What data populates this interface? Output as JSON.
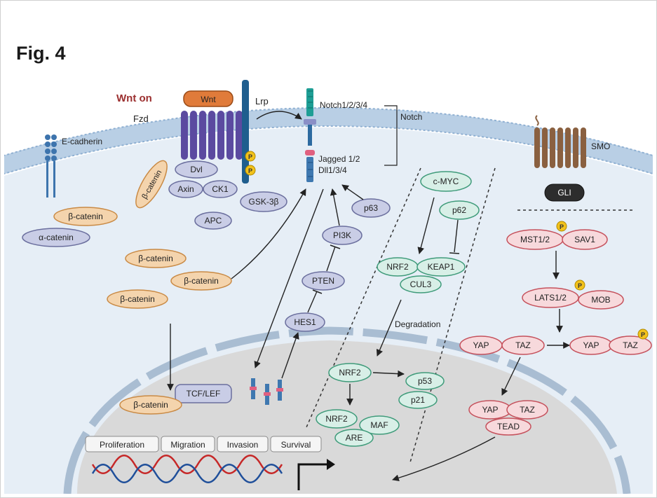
{
  "figure": {
    "title": "Fig. 4"
  },
  "membrane": {
    "wnt_on": "Wnt on",
    "wnt": "Wnt",
    "fzd": "Fzd",
    "lrp": "Lrp",
    "e_cadherin": "E-cadherin",
    "notch": "Notch1/2/3/4",
    "notch_group": "Notch",
    "jagged": "Jagged 1/2",
    "dll": "Dll1/3/4",
    "smo": "SMO",
    "gli": "GLI",
    "phospho": "P"
  },
  "wnt_pathway": {
    "dvl": "Dvl",
    "axin": "Axin",
    "ck1": "CK1",
    "gsk3b": "GSK-3β",
    "apc": "APC",
    "beta_catenin": "β-catenin",
    "alpha_catenin": "α-catenin",
    "tcf_lef": "TCF/LEF"
  },
  "notch_pathway": {
    "p63": "p63",
    "pi3k": "PI3K",
    "pten": "PTEN",
    "hes1": "HES1"
  },
  "nrf2_pathway": {
    "c_myc": "c-MYC",
    "p62": "p62",
    "nrf2": "NRF2",
    "keap1": "KEAP1",
    "cul3": "CUL3",
    "degradation": "Degradation",
    "p53": "p53",
    "p21": "p21",
    "maf": "MAF",
    "are": "ARE"
  },
  "hippo_pathway": {
    "mst12": "MST1/2",
    "sav1": "SAV1",
    "lats12": "LATS1/2",
    "mob": "MOB",
    "yap": "YAP",
    "taz": "TAZ",
    "tead": "TEAD"
  },
  "outcomes": [
    "Proliferation",
    "Migration",
    "Invasion",
    "Survival"
  ],
  "colors": {
    "cytoplasm": "#e6eef6",
    "membrane": "#b9cfe5",
    "nucleus": "#d9d9d9",
    "catenin_fill": "#f4d4ad",
    "catenin_stroke": "#c98a45",
    "wnt_complex_fill": "#c9cde6",
    "wnt_complex_stroke": "#6b6f9e",
    "nrf2_fill": "#d8efe7",
    "nrf2_stroke": "#3f9b7a",
    "hippo_fill": "#f7d9dc",
    "hippo_stroke": "#c5515c",
    "phospho_fill": "#f2c21b",
    "wnt_on_text": "#9b2f2f",
    "fzd_purple": "#5b4aa0",
    "smo_brown": "#8a6040",
    "notch_teal": "#1e9e95"
  }
}
